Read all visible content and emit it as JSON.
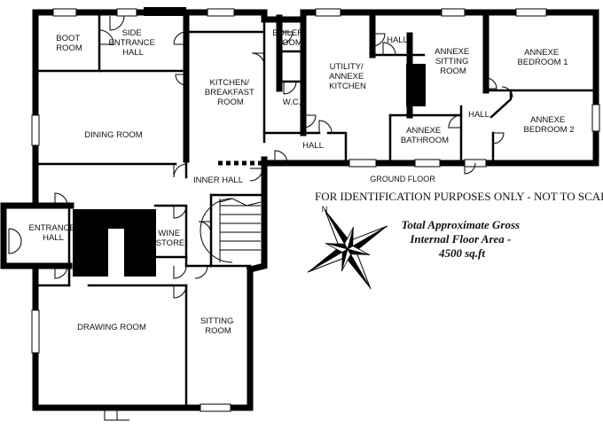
{
  "rooms": {
    "boot_room": [
      "BOOT",
      "ROOM"
    ],
    "side_entrance_hall": [
      "SIDE",
      "ENTRANCE",
      "HALL"
    ],
    "boiler_room": [
      "BOILER",
      "ROOM"
    ],
    "kitchen": [
      "KITCHEN/",
      "BREAKFAST",
      "ROOM"
    ],
    "wc": [
      "W.C."
    ],
    "hall_small": [
      "HALL"
    ],
    "utility": [
      "UTILITY/",
      "ANNEXE",
      "KITCHEN"
    ],
    "annexe_hall_top": [
      "HALL"
    ],
    "annexe_sitting": [
      "ANNEXE",
      "SITTING",
      "ROOM"
    ],
    "annexe_bedroom1": [
      "ANNEXE",
      "BEDROOM 1"
    ],
    "annexe_hall": [
      "HALL"
    ],
    "annexe_bedroom2": [
      "ANNEXE",
      "BEDROOM 2"
    ],
    "annexe_bathroom": [
      "ANNEXE",
      "BATHROOM"
    ],
    "dining_room": [
      "DINING ROOM"
    ],
    "inner_hall": [
      "INNER HALL"
    ],
    "entrance_hall": [
      "ENTRANCE",
      "HALL"
    ],
    "wine_store": [
      "WINE",
      "STORE"
    ],
    "drawing_room": [
      "DRAWING ROOM"
    ],
    "sitting_room": [
      "SITTING",
      "ROOM"
    ]
  },
  "floor_label": "GROUND FLOOR",
  "notice": "FOR IDENTIFICATION PURPOSES ONLY - NOT TO SCALE",
  "area": [
    "Total Approximate Gross",
    "Internal Floor Area -",
    "4500 sq.ft"
  ],
  "compass": {
    "label": "N",
    "icon": "compass-rose-icon"
  }
}
